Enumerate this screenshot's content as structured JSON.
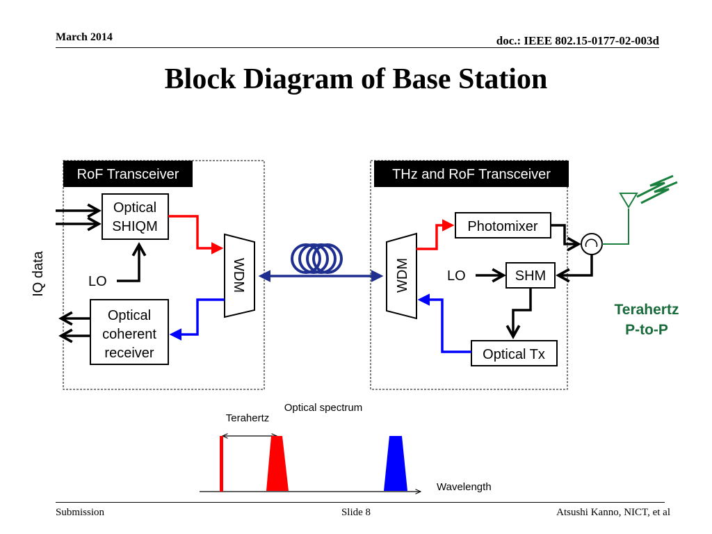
{
  "header": {
    "date": "March 2014",
    "doc_id": "doc.: IEEE 802.15-0177-02-003d"
  },
  "title": "Block Diagram of Base Station",
  "diagram": {
    "left_panel_label": "RoF Transceiver",
    "right_panel_label": "THz and RoF Transceiver",
    "iq_label": "IQ data",
    "modulator_line1": "Optical",
    "modulator_line2": "SHIQM",
    "lo_left": "LO",
    "receiver_line1": "Optical",
    "receiver_line2": "coherent",
    "receiver_line3": "receiver",
    "wdm_left": "WDM",
    "wdm_right": "WDM",
    "photomixer": "Photomixer",
    "lo_right": "LO",
    "shm": "SHM",
    "optical_tx": "Optical Tx",
    "terahertz_line1": "Terahertz",
    "terahertz_line2": "P-to-P",
    "spectrum_title": "Optical spectrum",
    "spectrum_gap_label": "Terahertz",
    "wavelength_label": "Wavelength"
  },
  "colors": {
    "red": "#ff0000",
    "blue": "#0000ff",
    "navy": "#1f2f8f",
    "green": "#1a7f3c",
    "terahertz_text": "#1a6b3c"
  },
  "footer": {
    "left": "Submission",
    "center": "Slide 8",
    "right": "Atsushi Kanno, NICT, et al"
  }
}
